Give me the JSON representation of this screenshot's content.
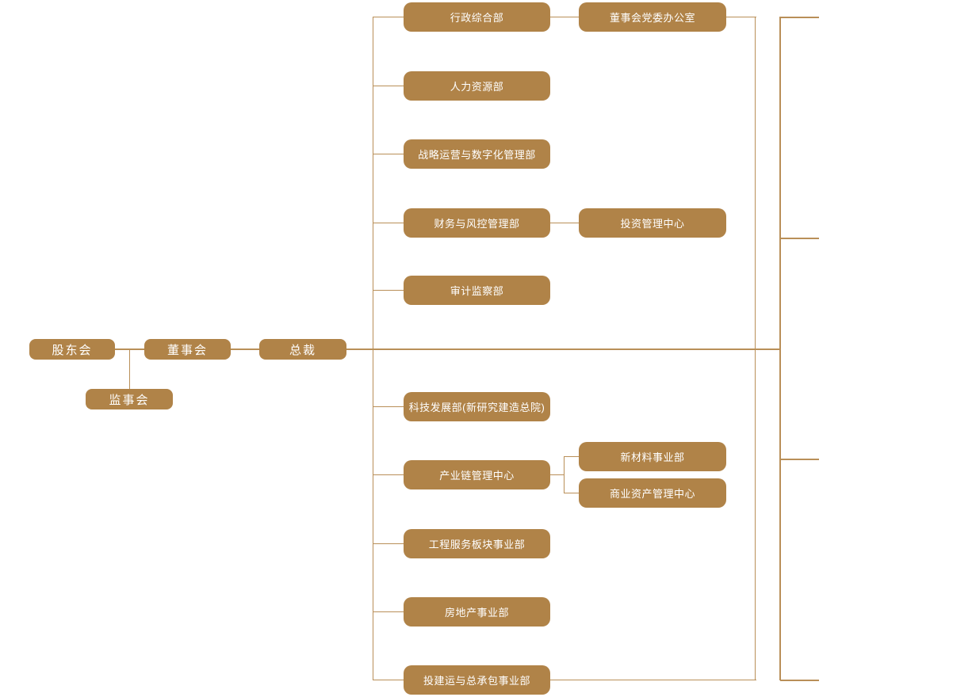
{
  "palette": {
    "node_fill": "#b08348",
    "node_text_color": "#ffffff",
    "connector_color": "#b98f58",
    "background": "#ffffff"
  },
  "org_chart": {
    "governance": {
      "shareholders_meeting": "股东会",
      "board_of_directors": "董事会",
      "president": "总裁",
      "supervisory_board": "监事会"
    },
    "departments": [
      "行政综合部",
      "人力资源部",
      "战略运营与数字化管理部",
      "财务与风控管理部",
      "审计监察部",
      "科技发展部(新研究建造总院)",
      "产业链管理中心",
      "工程服务板块事业部",
      "房地产事业部",
      "投建运与总承包事业部"
    ],
    "sub_units": {
      "board_party_committee_office": "董事会党委办公室",
      "investment_management_center": "投资管理中心",
      "new_materials_division": "新材料事业部",
      "commercial_asset_management_center": "商业资产管理中心"
    }
  }
}
